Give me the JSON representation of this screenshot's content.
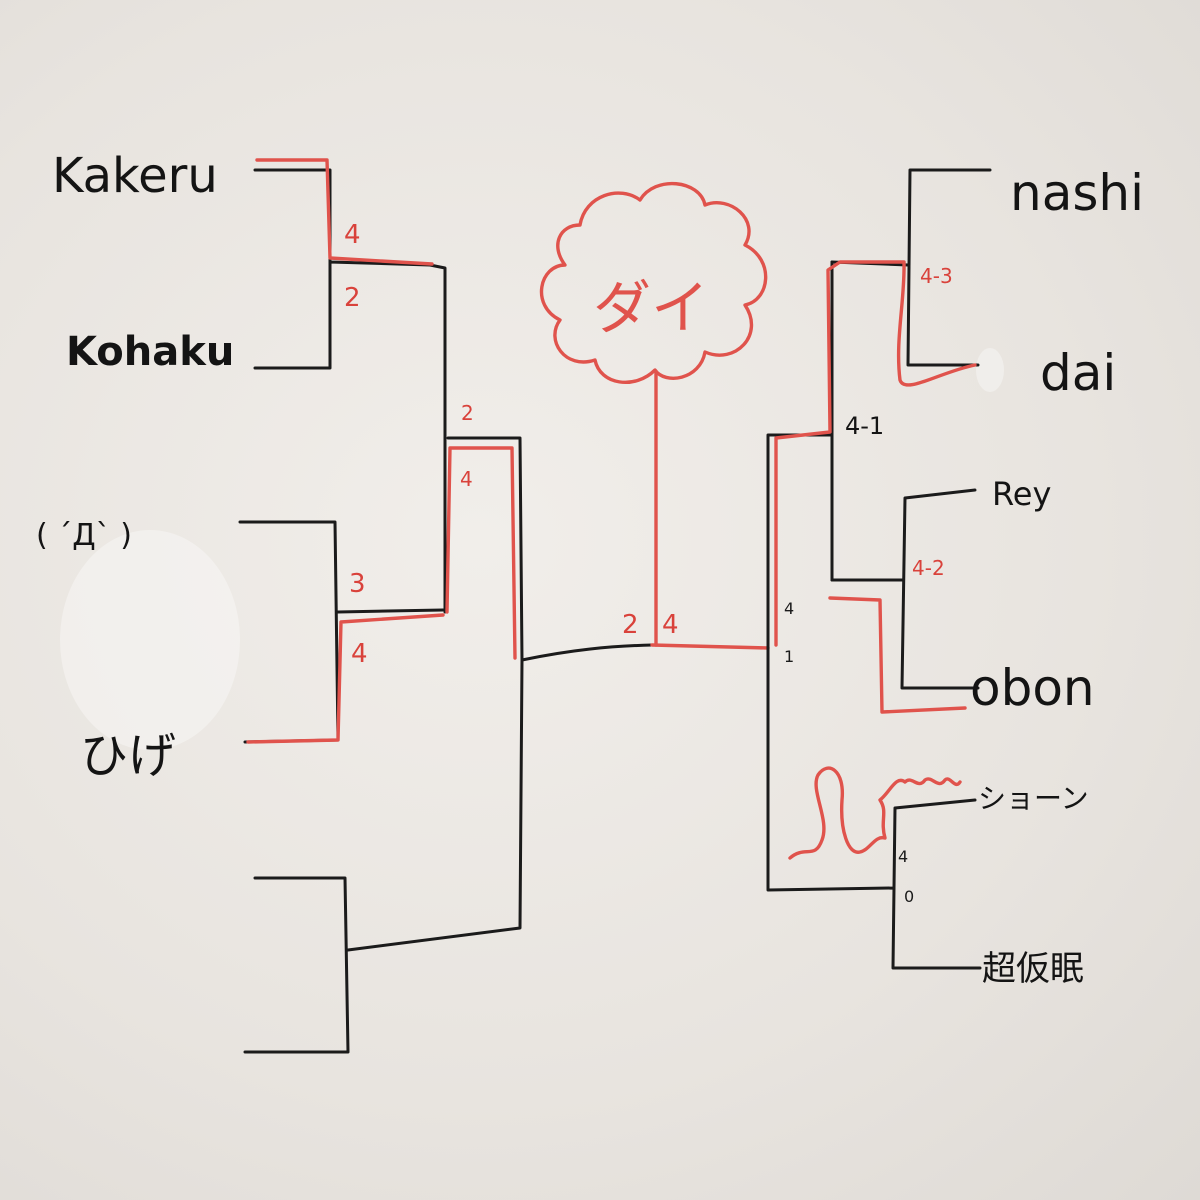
{
  "bracket": {
    "champion": "ダイ",
    "left": {
      "players": [
        "Kakeru",
        "Kohaku",
        "( ´Д` )",
        "ひげ",
        "",
        ""
      ],
      "scores": {
        "m1_top": "4",
        "m1_bottom": "2",
        "m2_top": "3",
        "m2_bottom": "4",
        "semi_top": "2",
        "semi_bottom": "4"
      }
    },
    "right": {
      "players": [
        "nashi",
        "dai",
        "Rey",
        "obon",
        "ショーン",
        "超仮眠"
      ],
      "scores": {
        "m1": "4-3",
        "m2": "4-2",
        "semi": "4-1",
        "m3_top": "4",
        "m3_bottom": "0",
        "cross_top": "4",
        "cross_bottom": "1"
      }
    },
    "final": {
      "left_score": "2",
      "right_score": "4"
    }
  },
  "colors": {
    "winner_path": "#e0534c",
    "bracket_line": "#1b1b1b",
    "board": "#ece8e3"
  }
}
